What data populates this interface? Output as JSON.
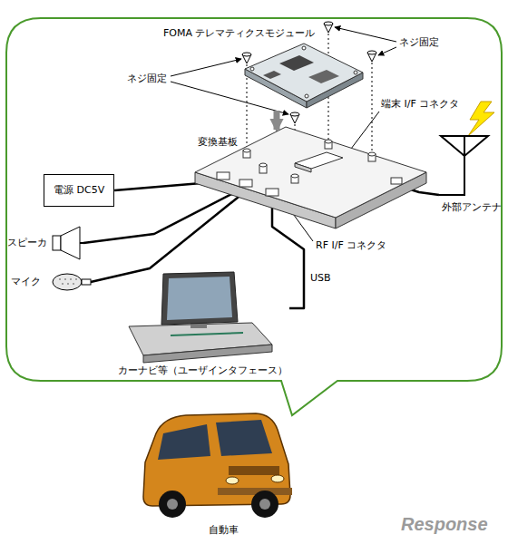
{
  "diagram": {
    "nodes": [
      {
        "text": [
          "FOMA テレマティクスモジュール"
        ]
      },
      {
        "text": [
          "変換基板"
        ]
      },
      {
        "text": [
          "電源 DC5V"
        ]
      },
      {
        "text": [
          "スピーカ"
        ]
      },
      {
        "text": [
          "マイク"
        ]
      },
      {
        "text": [
          "カーナビ等（ユーザインタフェース）"
        ]
      },
      {
        "text": [
          "外部アンテナ"
        ]
      }
    ],
    "edges": [
      {
        "from": 0,
        "to": 1,
        "arrow": "to"
      },
      {
        "from": 2,
        "to": 1,
        "arrow": "none"
      },
      {
        "from": 3,
        "to": 1,
        "arrow": "none"
      },
      {
        "from": 4,
        "to": 1,
        "arrow": "none"
      },
      {
        "from": 1,
        "to": 5,
        "arrow": "none",
        "label": "USB"
      },
      {
        "from": 1,
        "to": 6,
        "arrow": "none"
      }
    ],
    "labels": [
      "ネジ固定",
      "ネジ固定",
      "端末 I/F コネクタ",
      "RF I/F コネクタ",
      "自動車",
      "Response"
    ]
  }
}
